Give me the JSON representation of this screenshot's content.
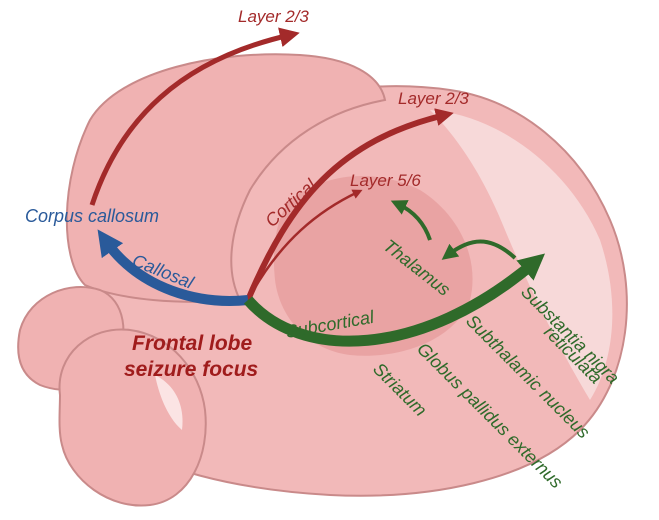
{
  "focus": {
    "line1": "Frontal lobe",
    "line2": "seizure focus"
  },
  "pathways": {
    "callosal": "Callosal",
    "cortical": "Cortical",
    "subcortical": "Subcortical"
  },
  "targets": {
    "corpus_callosum": "Corpus callosum",
    "layer_23_top": "Layer 2/3",
    "layer_23_side": "Layer 2/3",
    "layer_56": "Layer 5/6",
    "thalamus": "Thalamus",
    "snr_line1": "Substantia nigra",
    "snr_line2": "reticulata",
    "stn": "Subthalamic nucleus",
    "gpe": "Globus pallidus externus",
    "striatum": "Striatum"
  },
  "colors": {
    "cortical_red": "#a32a2a",
    "callosal_blue": "#2a5a9a",
    "subcortical_green": "#2f6a2a",
    "brain_fill": "#f2b9b9",
    "brain_outline": "#c98a8a"
  }
}
